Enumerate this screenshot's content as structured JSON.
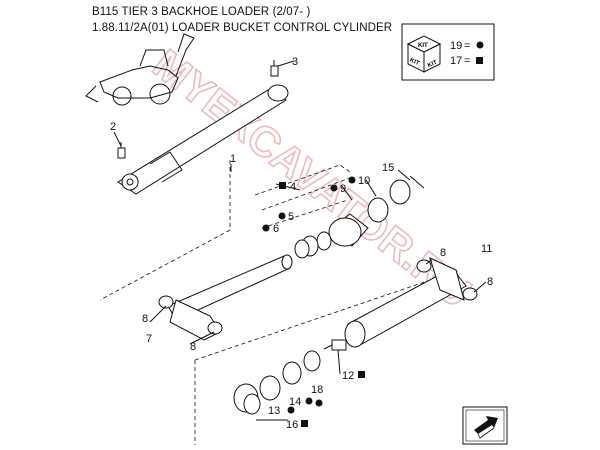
{
  "header": {
    "line1": "B115 TIER 3 BACKHOE LOADER (2/07- )",
    "line2": "1.88.11/2A(01) LOADER BUCKET CONTROL CYLINDER"
  },
  "kit_box": {
    "kit_label": "KIT",
    "legend": [
      {
        "number": "19",
        "shape": "circle"
      },
      {
        "number": "17",
        "shape": "square"
      }
    ]
  },
  "callouts": {
    "c1": "1",
    "c2": "2",
    "c3": "3",
    "c4": "4",
    "c5": "5",
    "c6": "6",
    "c7": "7",
    "c8a": "8",
    "c8b": "8",
    "c8c": "8",
    "c8d": "8",
    "c9": "9",
    "c10": "10",
    "c11": "11",
    "c12": "12",
    "c13": "13",
    "c14": "14",
    "c15": "15",
    "c16": "16",
    "c18": "18"
  },
  "watermark": "MYEXCAVATOR.RU",
  "colors": {
    "line": "#111111",
    "watermark": "#e8b0b0"
  }
}
